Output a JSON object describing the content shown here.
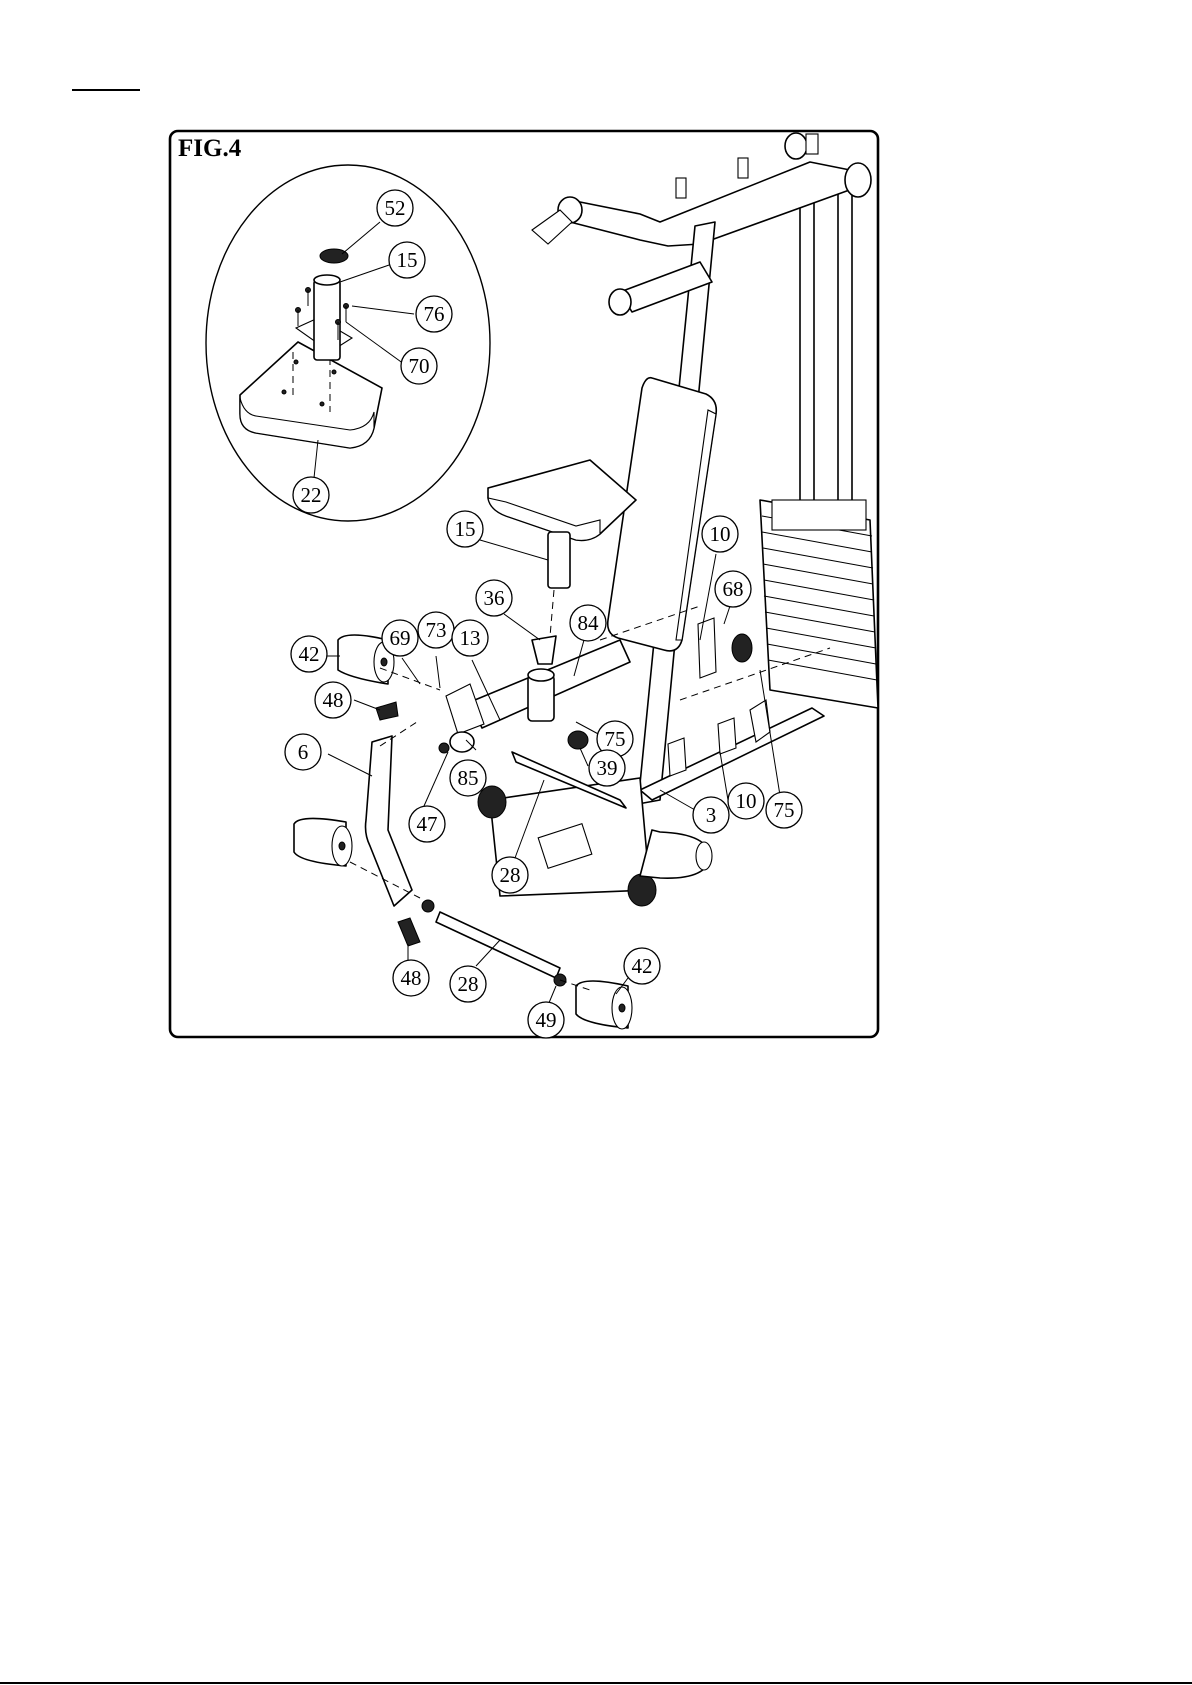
{
  "figure": {
    "title": "FIG.4",
    "callouts": [
      {
        "id": "c52-detail",
        "label": "52"
      },
      {
        "id": "c15-detail",
        "label": "15"
      },
      {
        "id": "c76",
        "label": "76"
      },
      {
        "id": "c70",
        "label": "70"
      },
      {
        "id": "c22",
        "label": "22"
      },
      {
        "id": "c15",
        "label": "15"
      },
      {
        "id": "c10-top",
        "label": "10"
      },
      {
        "id": "c68",
        "label": "68"
      },
      {
        "id": "c36",
        "label": "36"
      },
      {
        "id": "c84",
        "label": "84"
      },
      {
        "id": "c42-left",
        "label": "42"
      },
      {
        "id": "c69",
        "label": "69"
      },
      {
        "id": "c73",
        "label": "73"
      },
      {
        "id": "c13",
        "label": "13"
      },
      {
        "id": "c48-top",
        "label": "48"
      },
      {
        "id": "c75-mid",
        "label": "75"
      },
      {
        "id": "c6",
        "label": "6"
      },
      {
        "id": "c85",
        "label": "85"
      },
      {
        "id": "c39",
        "label": "39"
      },
      {
        "id": "c3",
        "label": "3"
      },
      {
        "id": "c10-bottom",
        "label": "10"
      },
      {
        "id": "c75-right",
        "label": "75"
      },
      {
        "id": "c47",
        "label": "47"
      },
      {
        "id": "c28-upper",
        "label": "28"
      },
      {
        "id": "c48-bottom",
        "label": "48"
      },
      {
        "id": "c28-lower",
        "label": "28"
      },
      {
        "id": "c42-bottom",
        "label": "42"
      },
      {
        "id": "c49",
        "label": "49"
      }
    ]
  }
}
